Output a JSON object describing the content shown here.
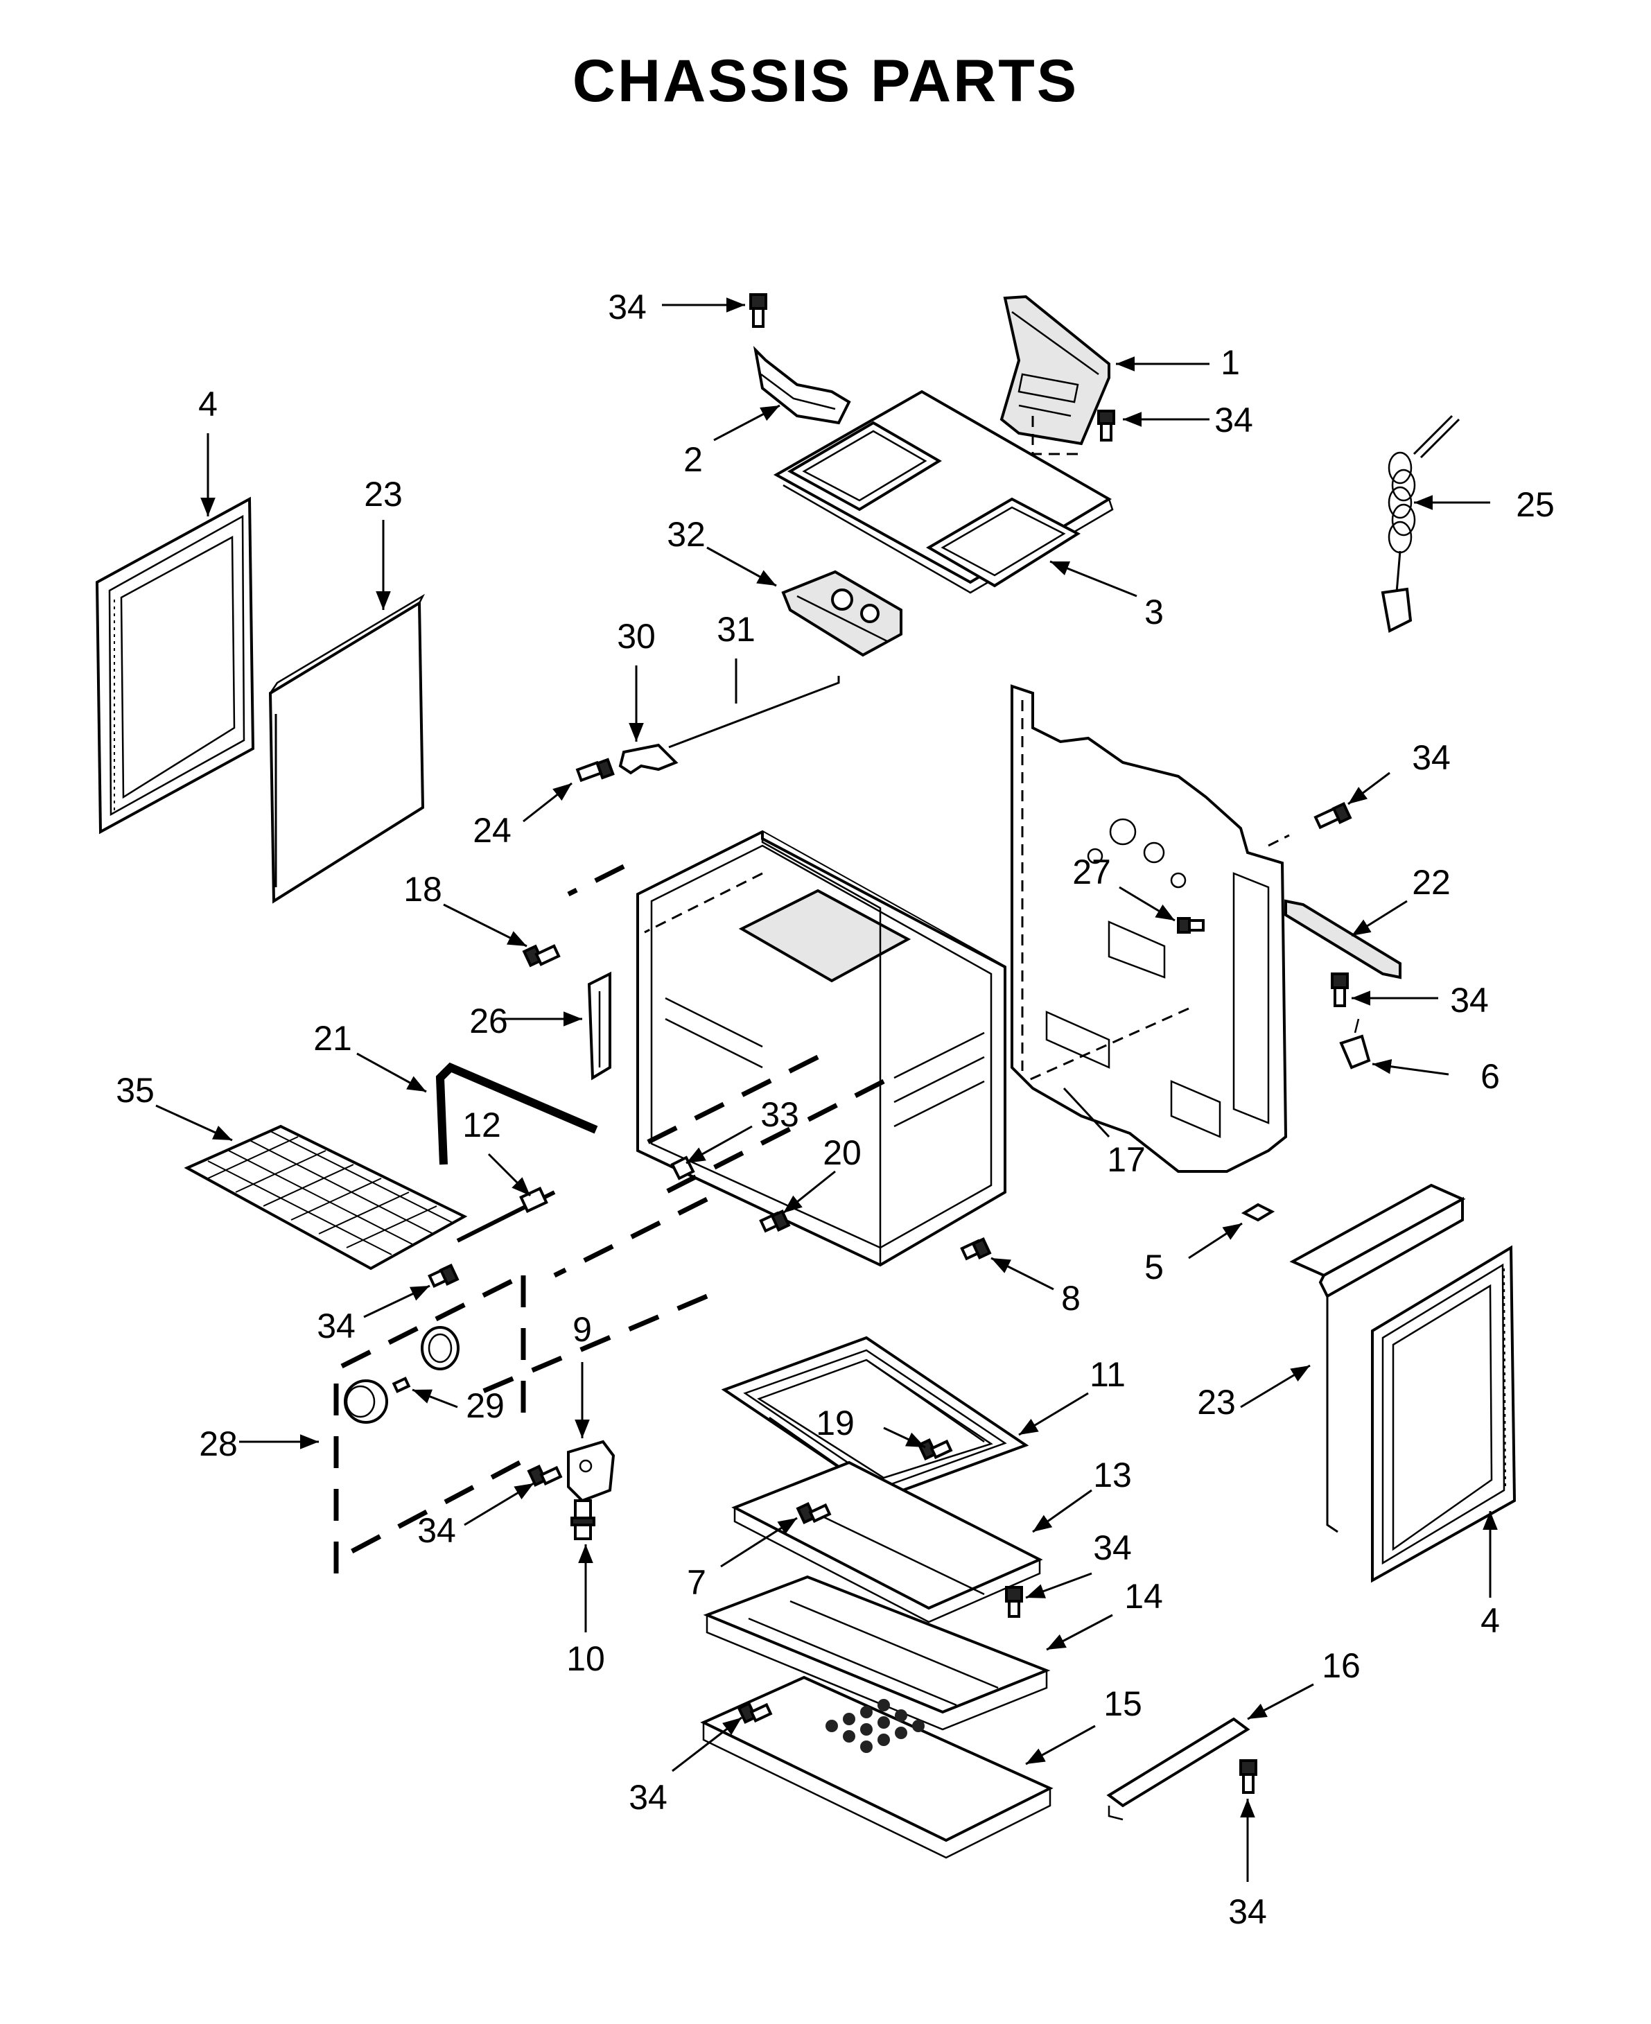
{
  "title": "CHASSIS PARTS",
  "callouts": [
    {
      "id": "c34a",
      "text": "34"
    },
    {
      "id": "c1",
      "text": "1"
    },
    {
      "id": "c34b",
      "text": "34"
    },
    {
      "id": "c2",
      "text": "2"
    },
    {
      "id": "c3",
      "text": "3"
    },
    {
      "id": "c32",
      "text": "32"
    },
    {
      "id": "c4a",
      "text": "4"
    },
    {
      "id": "c23a",
      "text": "23"
    },
    {
      "id": "c25",
      "text": "25"
    },
    {
      "id": "c30",
      "text": "30"
    },
    {
      "id": "c31",
      "text": "31"
    },
    {
      "id": "c24",
      "text": "24"
    },
    {
      "id": "c34c",
      "text": "34"
    },
    {
      "id": "c27",
      "text": "27"
    },
    {
      "id": "c22",
      "text": "22"
    },
    {
      "id": "c18",
      "text": "18"
    },
    {
      "id": "c26",
      "text": "26"
    },
    {
      "id": "c34d",
      "text": "34"
    },
    {
      "id": "c21",
      "text": "21"
    },
    {
      "id": "c6",
      "text": "6"
    },
    {
      "id": "c35",
      "text": "35"
    },
    {
      "id": "c33",
      "text": "33"
    },
    {
      "id": "c12",
      "text": "12"
    },
    {
      "id": "c20",
      "text": "20"
    },
    {
      "id": "c17",
      "text": "17"
    },
    {
      "id": "c5",
      "text": "5"
    },
    {
      "id": "c8",
      "text": "8"
    },
    {
      "id": "c34e",
      "text": "34"
    },
    {
      "id": "c9",
      "text": "9"
    },
    {
      "id": "c29",
      "text": "29"
    },
    {
      "id": "c11",
      "text": "11"
    },
    {
      "id": "c19",
      "text": "19"
    },
    {
      "id": "c23b",
      "text": "23"
    },
    {
      "id": "c28",
      "text": "28"
    },
    {
      "id": "c13",
      "text": "13"
    },
    {
      "id": "c34f",
      "text": "34"
    },
    {
      "id": "c34g",
      "text": "34"
    },
    {
      "id": "c7",
      "text": "7"
    },
    {
      "id": "c14",
      "text": "14"
    },
    {
      "id": "c4b",
      "text": "4"
    },
    {
      "id": "c10",
      "text": "10"
    },
    {
      "id": "c15",
      "text": "15"
    },
    {
      "id": "c16",
      "text": "16"
    },
    {
      "id": "c34h",
      "text": "34"
    },
    {
      "id": "c34i",
      "text": "34"
    }
  ]
}
